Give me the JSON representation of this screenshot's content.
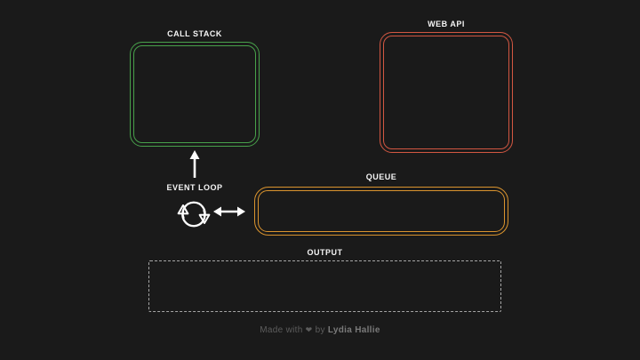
{
  "page": {
    "background_color": "#1a1a1a",
    "title": "JavaScript event loop visualization"
  },
  "labels": {
    "call_stack": "CALL STACK",
    "web_api": "WEB API",
    "event_loop": "EVENT LOOP",
    "queue": "QUEUE",
    "output": "OUTPUT"
  },
  "colors": {
    "call_stack_border": "#48a14b",
    "web_api_border": "#d25742",
    "queue_border": "#d9932e",
    "output_border": "#a6a6a6",
    "label_text": "#f5f5f5",
    "arrow": "#ffffff",
    "footer_text": "#5d5d5d",
    "footer_author": "#7a7a7a"
  },
  "icons": {
    "event_loop": "sync-icon",
    "stack_link": "arrow-up-icon",
    "queue_link": "arrow-left-right-icon"
  },
  "footer": {
    "made_with": "Made with",
    "heart": "❤",
    "by": "by",
    "author": "Lydia Hallie"
  }
}
